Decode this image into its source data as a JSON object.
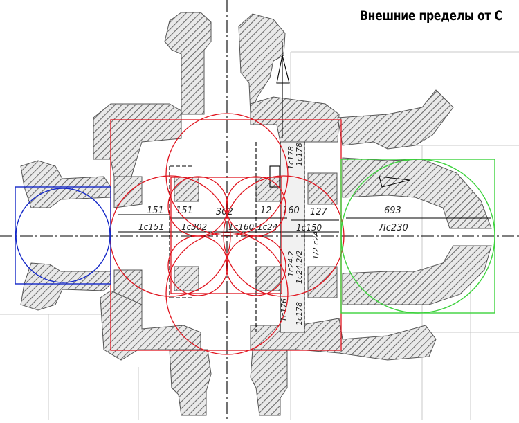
{
  "title": "Внешние пределы от С",
  "dimensions": {
    "d1": "151",
    "d2": "151",
    "d3": "302",
    "d4": "12",
    "d5": "160",
    "d6": "127",
    "d7": "693",
    "c1": "1c151",
    "c2": "1c302",
    "c3": "1c160",
    "c4": "1c24",
    "c5": "1c150",
    "c6": "Лс230",
    "v1": "1c178",
    "v2": "1c178",
    "v3": "1c24.2",
    "v4": "1c24.2/2",
    "v5": "1/2 c24",
    "v6": "1c176",
    "v7": "1c178"
  },
  "colors": {
    "red": "#e0141e",
    "blue": "#1428c8",
    "green": "#3cd23c",
    "hatch": "#555555"
  }
}
